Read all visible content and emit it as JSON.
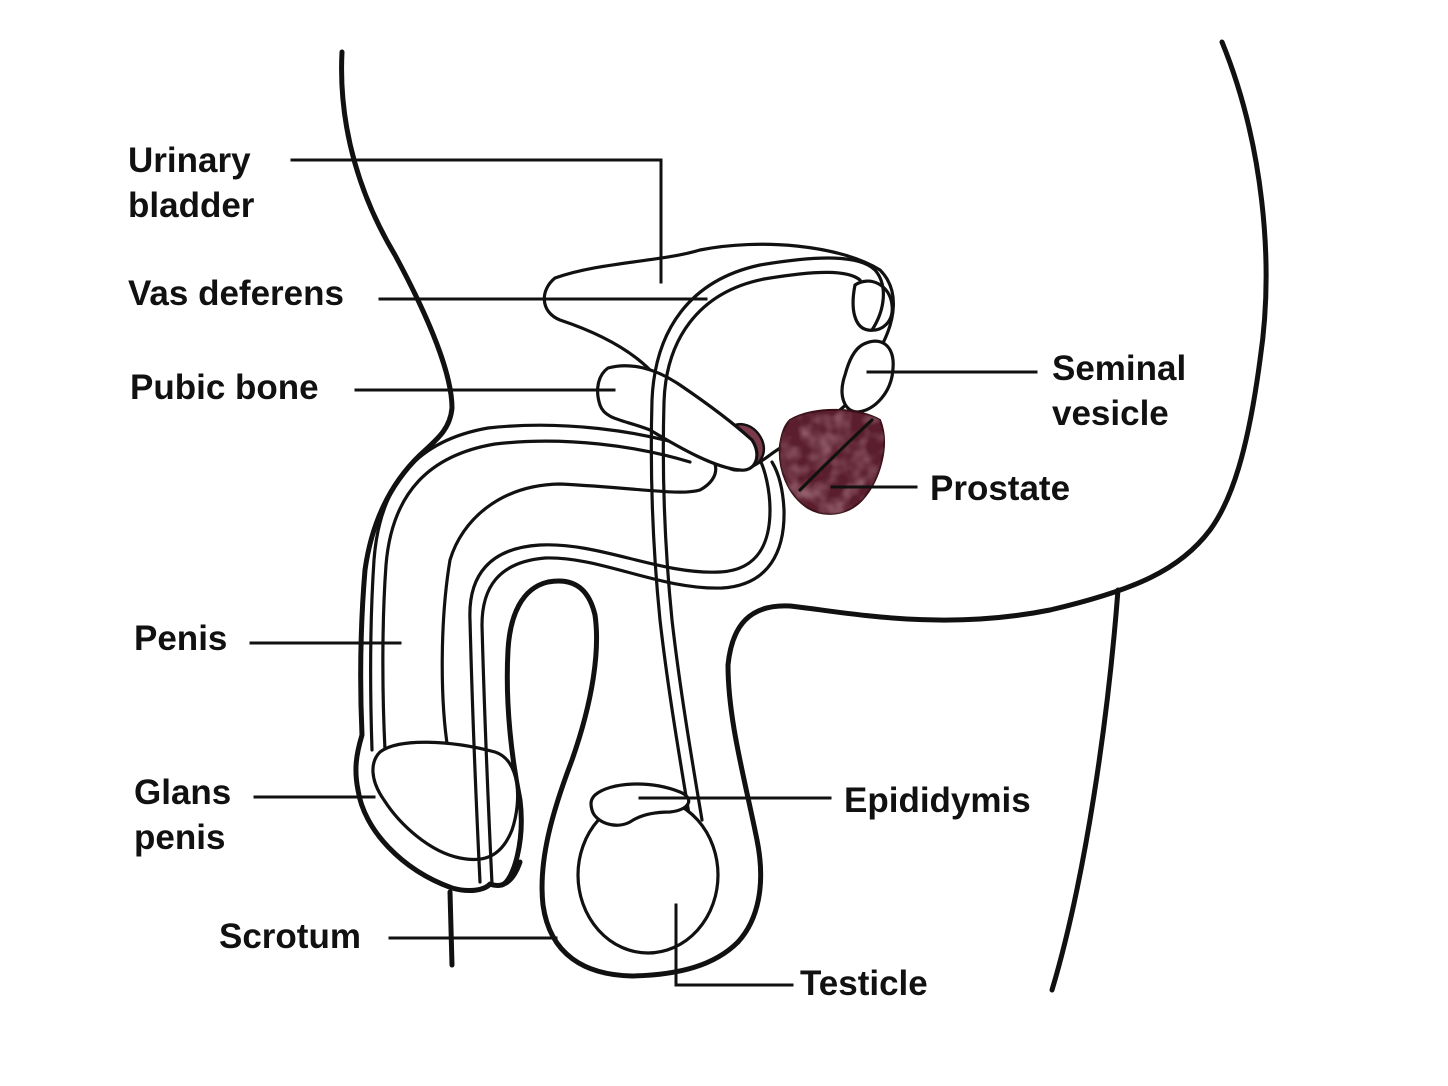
{
  "labels": {
    "urinary_bladder": "Urinary\nbladder",
    "vas_deferens": "Vas deferens",
    "pubic_bone": "Pubic bone",
    "penis": "Penis",
    "glans_penis": "Glans\npenis",
    "scrotum": "Scrotum",
    "seminal_vesicle": "Seminal\nvesicle",
    "prostate": "Prostate",
    "epididymis": "Epididymis",
    "testicle": "Testicle"
  },
  "colors": {
    "prostate_fill": "#5a1e2e",
    "prostate_mottle": "#8a4a5a",
    "line": "#111111",
    "background": "#ffffff"
  }
}
